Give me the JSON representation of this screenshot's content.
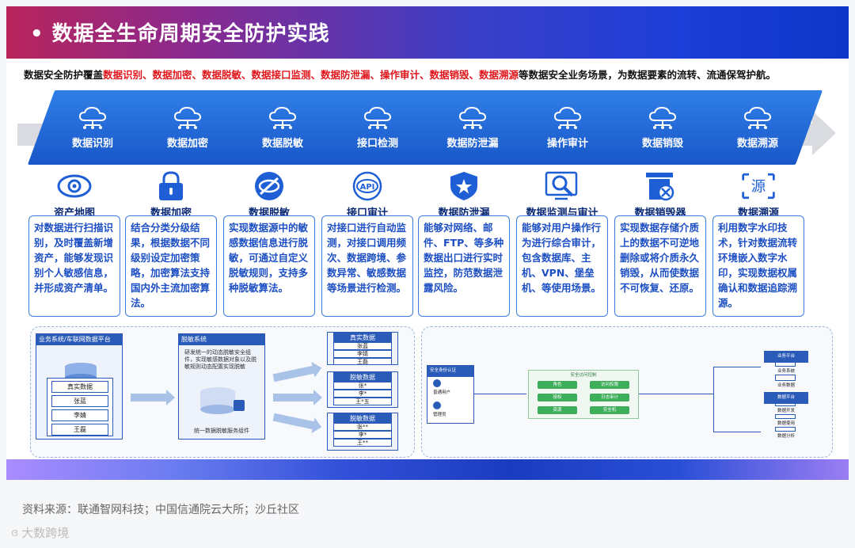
{
  "title": "• 数据全生命周期安全防护实践",
  "intro": {
    "prefix": "数据安全防护覆盖",
    "highlight": "数据识别、数据加密、数据脱敏、数据接口监测、数据防泄漏、操作审计、数据销毁、数据溯源",
    "suffix": "等数据安全业务场景，为数据要素的流转、流通保驾护航。"
  },
  "stages": [
    {
      "label": "数据识别"
    },
    {
      "label": "数据加密"
    },
    {
      "label": "数据脱敏"
    },
    {
      "label": "接口检测"
    },
    {
      "label": "数据防泄漏"
    },
    {
      "label": "操作审计"
    },
    {
      "label": "数据销毁"
    },
    {
      "label": "数据溯源"
    }
  ],
  "features": [
    {
      "icon": "eye-icon",
      "title": "资产地图",
      "text": "对数据进行扫描识别，及时覆盖新增资产，能够发现识别个人敏感信息，并形成资产清单。"
    },
    {
      "icon": "lock-icon",
      "title": "数据加密",
      "text": "结合分类分级结果，根据数据不同级别设定加密策略，加密算法支持国内外主流加密算法。"
    },
    {
      "icon": "eye-slash-icon",
      "title": "数据脱敏",
      "text": "实现数据源中的敏感数据信息进行脱敏，可通过自定义脱敏规则，支持多种脱敏算法。"
    },
    {
      "icon": "api-icon",
      "title": "接口审计",
      "text": "对接口进行自动监测，对接口调用频次、数据跨境、参数异常、敏感数据等场景进行检测。"
    },
    {
      "icon": "shield-star-icon",
      "title": "数据防泄漏",
      "text": "能够对网络、邮件、FTP、等多种数据出口进行实时监控，防范数据泄露风险。"
    },
    {
      "icon": "monitor-search-icon",
      "title": "数据监测与审计",
      "text": "能够对用户操作行为进行综合审计，包含数据库、主机、VPN、堡垒机、等使用场景。"
    },
    {
      "icon": "disk-destroy-icon",
      "title": "数据销毁器",
      "text": "实现数据存储介质上的数据不可逆地删除或将介质永久销毁，从而使数据不可恢复、还原。"
    },
    {
      "icon": "source-stamp-icon",
      "title": "数据溯源",
      "text": "利用数字水印技术，针对数据流转环境嵌入数字水印，实现数据权属确认和数据追踪溯源。",
      "stamp": "源"
    }
  ],
  "diagram_left": {
    "biz_title": "业务系统/车联网数据平台",
    "real_data_title": "真实数据",
    "real_data_rows": [
      "张蓝",
      "李婧",
      "王磊"
    ],
    "mask_title": "脱敏系统",
    "mask_desc": "研发统一的动态脱敏安全组件，实现敏感数据对象以及脱敏规则动态配置实现脱敏",
    "mask_footer": "统一数据脱敏服务组件",
    "out_real_title": "真实数据",
    "out_real_rows": [
      "张蓝",
      "李婧",
      "王磊"
    ],
    "out_mask1_title": "脱敏数据",
    "out_mask1_rows": [
      "张*",
      "李*",
      "王*五"
    ],
    "out_mask2_title": "脱敏数据",
    "out_mask2_rows": [
      "张**",
      "李*",
      "王**"
    ]
  },
  "diagram_right": {
    "left_title": "安全身份认证",
    "left_items": [
      "普通用户",
      "管理员"
    ],
    "center_title": "安全访问控制",
    "center_items": [
      "角色",
      "访问权限",
      "授权",
      "日志审计",
      "资源",
      "安全机"
    ],
    "right_platform1": "业务平台",
    "right_items1": [
      "业务系统",
      "业务数据"
    ],
    "right_platform2": "数据平台",
    "right_items2": [
      "数据开发",
      "数据使用",
      "数据分析"
    ]
  },
  "source": "资料来源：联通智网科技；中国信通院云大所；沙丘社区",
  "brand": "大数跨境",
  "colors": {
    "accent_blue": "#1957c9",
    "highlight_red": "#e0151b",
    "card_border": "#3b7de0"
  }
}
